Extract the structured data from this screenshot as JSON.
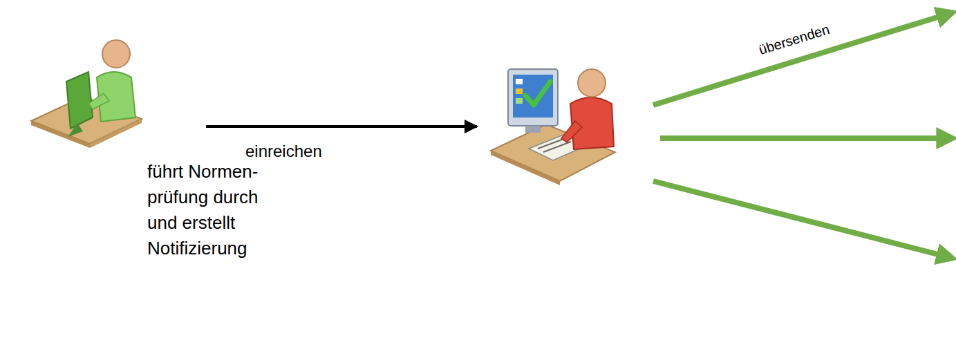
{
  "diagram": {
    "nodes": [
      {
        "text": [
          "führt Normen- prüfung durch und erstellt Notifizierung"
        ]
      },
      {
        "text": []
      }
    ],
    "edges": [
      {
        "from": 0,
        "to": 1,
        "label": "einreichen",
        "arrow": "to"
      }
    ],
    "labels": [
      "übersenden"
    ]
  }
}
